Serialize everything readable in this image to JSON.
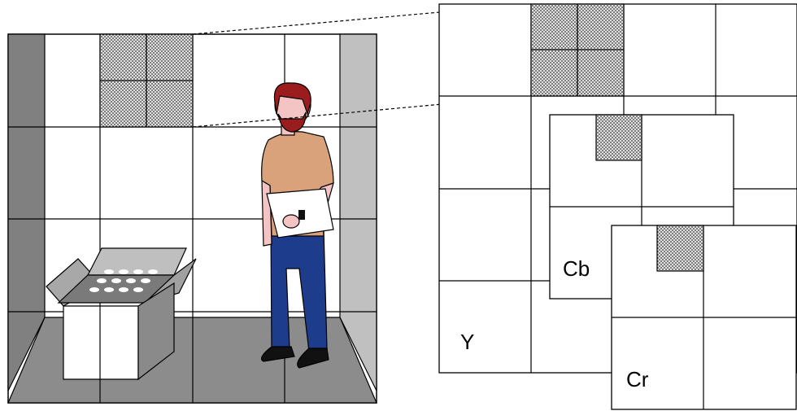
{
  "diagram": {
    "planes": [
      {
        "id": "y",
        "label": "Y"
      },
      {
        "id": "cb",
        "label": "Cb"
      },
      {
        "id": "cr",
        "label": "Cr"
      }
    ]
  },
  "colors": {
    "stroke": "#000000",
    "wall_dark": "#808080",
    "wall_light": "#c0c0c0",
    "floor": "#8c8c8c",
    "shirt": "#d9a27a",
    "skin": "#f4c4c4",
    "hair": "#9b1c1c",
    "pants": "#1e3c8c",
    "stipple": "#dcdcdc"
  }
}
